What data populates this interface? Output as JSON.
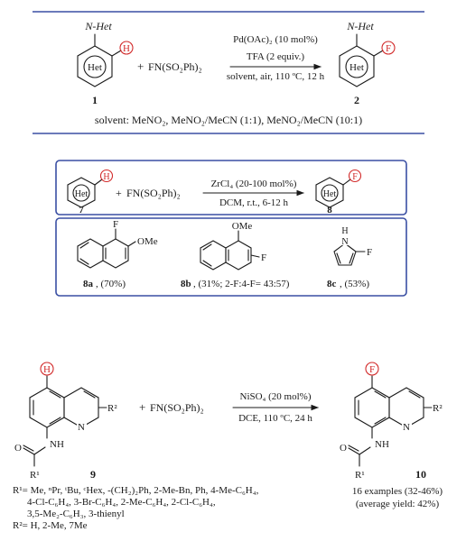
{
  "scheme1": {
    "n_het": "N-Het",
    "het": "Het",
    "h": "H",
    "f": "F",
    "plus": "+",
    "reagent": "FN(SO₂Ph)₂",
    "cond_top1": "Pd(OAc)₂ (10 mol%)",
    "cond_top2": "TFA (2 equiv.)",
    "cond_bottom": "solvent, air, 110 ºC, 12 h",
    "label_sm": "1",
    "label_prod": "2",
    "solvent_note": "solvent: MeNO₂, MeNO₂/MeCN (1:1), MeNO₂/MeCN (10:1)"
  },
  "scheme2": {
    "het": "Het",
    "h": "H",
    "f": "F",
    "plus": "+",
    "reagent": "FN(SO₂Ph)₂",
    "cond_top": "ZrCl₄ (20-100 mol%)",
    "cond_bottom": "DCM, r.t., 6-12 h",
    "label_sm": "7",
    "label_prod": "8",
    "ex_a_f": "F",
    "ex_a_ome": "OMe",
    "ex_a_label": "8a",
    "ex_a_yield": ", (70%)",
    "ex_b_ome": "OMe",
    "ex_b_f": "F",
    "ex_b_label": "8b",
    "ex_b_yield": ", (31%; 2-F:4-F= 43:57)",
    "ex_c_nh": "H",
    "ex_c_n": "N",
    "ex_c_f": "F",
    "ex_c_label": "8c",
    "ex_c_yield": ", (53%)"
  },
  "scheme3": {
    "h": "H",
    "f": "F",
    "n": "N",
    "nh": "NH",
    "o": "O",
    "r1": "R¹",
    "r2": "R²",
    "plus": "+",
    "reagent": "FN(SO₂Ph)₂",
    "cond_top": "NiSO₄ (20 mol%)",
    "cond_bottom": "DCE, 110 ºC, 24 h",
    "label_sm": "9",
    "label_prod": "10",
    "examples_line1": "16 examples (32-46%)",
    "examples_line2": "(average yield: 42%)",
    "r1_line1": "R¹= Me, ⁿPr, ᵗBu, ᶜHex, -(CH₂)₂Ph, 2-Me-Bn, Ph, 4-Me-C₆H₄,",
    "r1_line2": "4-Cl-C₆H₄, 3-Br-C₆H₄, 2-Me-C₆H₄, 2-Cl-C₆H₄,",
    "r1_line3": "3,5-Me₂-C₆H₃, 3-thienyl",
    "r2_line": "R²= H, 2-Me, 7Me"
  },
  "colors": {
    "frame": "#3a4fa3",
    "highlight": "#d22a2a",
    "ink": "#1a1a1a"
  }
}
